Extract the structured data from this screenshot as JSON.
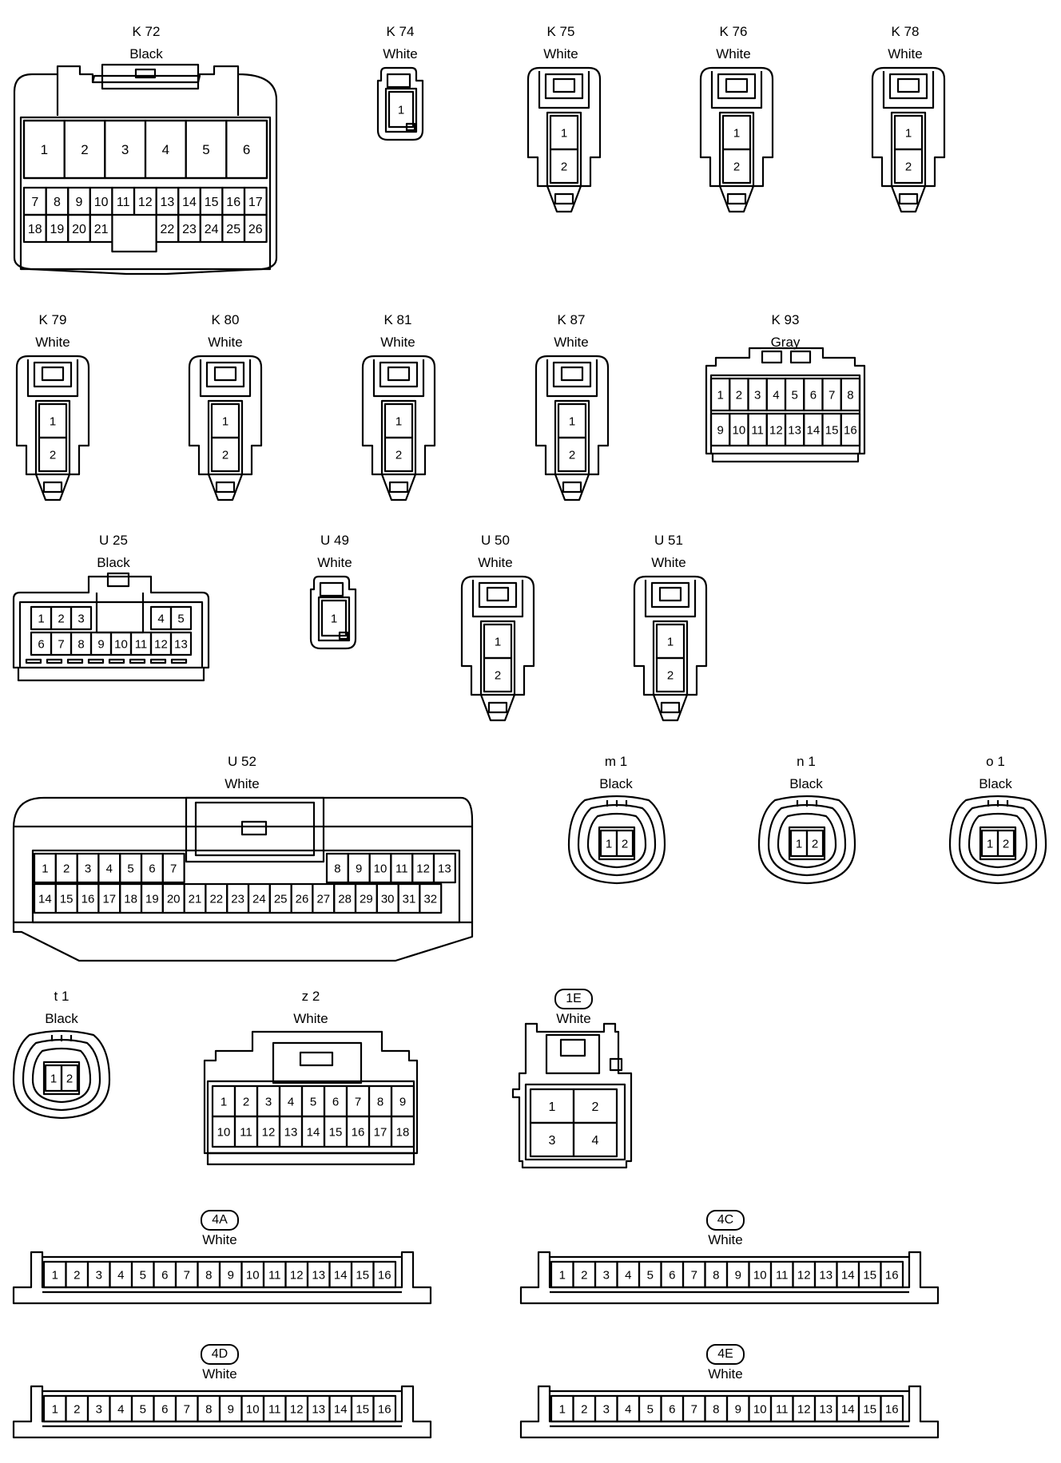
{
  "connectors": [
    {
      "id": "K72",
      "label": "K 72",
      "color": "Black",
      "kind": "k72",
      "labelled": false,
      "pins": [
        "1",
        "2",
        "3",
        "4",
        "5",
        "6",
        "7",
        "8",
        "9",
        "10",
        "11",
        "12",
        "13",
        "14",
        "15",
        "16",
        "17",
        "18",
        "19",
        "20",
        "21",
        "22",
        "23",
        "24",
        "25",
        "26"
      ]
    },
    {
      "id": "K74",
      "label": "K 74",
      "color": "White",
      "kind": "single",
      "labelled": false,
      "pins": [
        "1"
      ]
    },
    {
      "id": "K75",
      "label": "K 75",
      "color": "White",
      "kind": "vert2",
      "labelled": false,
      "pins": [
        "1",
        "2"
      ]
    },
    {
      "id": "K76",
      "label": "K 76",
      "color": "White",
      "kind": "vert2",
      "labelled": false,
      "pins": [
        "1",
        "2"
      ]
    },
    {
      "id": "K78",
      "label": "K 78",
      "color": "White",
      "kind": "vert2",
      "labelled": false,
      "pins": [
        "1",
        "2"
      ]
    },
    {
      "id": "K79",
      "label": "K 79",
      "color": "White",
      "kind": "vert2",
      "labelled": false,
      "pins": [
        "1",
        "2"
      ]
    },
    {
      "id": "K80",
      "label": "K 80",
      "color": "White",
      "kind": "vert2",
      "labelled": false,
      "pins": [
        "1",
        "2"
      ]
    },
    {
      "id": "K81",
      "label": "K 81",
      "color": "White",
      "kind": "vert2",
      "labelled": false,
      "pins": [
        "1",
        "2"
      ]
    },
    {
      "id": "K87",
      "label": "K 87",
      "color": "White",
      "kind": "vert2",
      "labelled": false,
      "pins": [
        "1",
        "2"
      ]
    },
    {
      "id": "K93",
      "label": "K 93",
      "color": "Gray",
      "kind": "k93",
      "labelled": false,
      "pins": [
        "1",
        "2",
        "3",
        "4",
        "5",
        "6",
        "7",
        "8",
        "9",
        "10",
        "11",
        "12",
        "13",
        "14",
        "15",
        "16"
      ]
    },
    {
      "id": "U25",
      "label": "U 25",
      "color": "Black",
      "kind": "u25",
      "labelled": false,
      "pins": [
        "1",
        "2",
        "3",
        "4",
        "5",
        "6",
        "7",
        "8",
        "9",
        "10",
        "11",
        "12",
        "13"
      ]
    },
    {
      "id": "U49",
      "label": "U 49",
      "color": "White",
      "kind": "single",
      "labelled": false,
      "pins": [
        "1"
      ]
    },
    {
      "id": "U50",
      "label": "U 50",
      "color": "White",
      "kind": "vert2",
      "labelled": false,
      "pins": [
        "1",
        "2"
      ]
    },
    {
      "id": "U51",
      "label": "U 51",
      "color": "White",
      "kind": "vert2",
      "labelled": false,
      "pins": [
        "1",
        "2"
      ]
    },
    {
      "id": "U52",
      "label": "U 52",
      "color": "White",
      "kind": "u52",
      "labelled": false,
      "pins": [
        "1",
        "2",
        "3",
        "4",
        "5",
        "6",
        "7",
        "8",
        "9",
        "10",
        "11",
        "12",
        "13",
        "14",
        "15",
        "16",
        "17",
        "18",
        "19",
        "20",
        "21",
        "22",
        "23",
        "24",
        "25",
        "26",
        "27",
        "28",
        "29",
        "30",
        "31",
        "32"
      ]
    },
    {
      "id": "m1",
      "label": "m 1",
      "color": "Black",
      "kind": "round2",
      "labelled": false,
      "pins": [
        "1",
        "2"
      ]
    },
    {
      "id": "n1",
      "label": "n 1",
      "color": "Black",
      "kind": "round2",
      "labelled": false,
      "pins": [
        "1",
        "2"
      ]
    },
    {
      "id": "o1",
      "label": "o 1",
      "color": "Black",
      "kind": "round2",
      "labelled": false,
      "pins": [
        "1",
        "2"
      ]
    },
    {
      "id": "t1",
      "label": "t 1",
      "color": "Black",
      "kind": "round2",
      "labelled": false,
      "pins": [
        "1",
        "2"
      ]
    },
    {
      "id": "z2",
      "label": "z 2",
      "color": "White",
      "kind": "z2",
      "labelled": false,
      "pins": [
        "1",
        "2",
        "3",
        "4",
        "5",
        "6",
        "7",
        "8",
        "9",
        "10",
        "11",
        "12",
        "13",
        "14",
        "15",
        "16",
        "17",
        "18"
      ]
    },
    {
      "id": "1E",
      "label": "1E",
      "color": "White",
      "kind": "box4",
      "labelled": true,
      "pins": [
        "1",
        "2",
        "3",
        "4"
      ]
    },
    {
      "id": "4A",
      "label": "4A",
      "color": "White",
      "kind": "strip16",
      "labelled": true,
      "pins": [
        "1",
        "2",
        "3",
        "4",
        "5",
        "6",
        "7",
        "8",
        "9",
        "10",
        "11",
        "12",
        "13",
        "14",
        "15",
        "16"
      ]
    },
    {
      "id": "4C",
      "label": "4C",
      "color": "White",
      "kind": "strip16",
      "labelled": true,
      "pins": [
        "1",
        "2",
        "3",
        "4",
        "5",
        "6",
        "7",
        "8",
        "9",
        "10",
        "11",
        "12",
        "13",
        "14",
        "15",
        "16"
      ]
    },
    {
      "id": "4D",
      "label": "4D",
      "color": "White",
      "kind": "strip16",
      "labelled": true,
      "pins": [
        "1",
        "2",
        "3",
        "4",
        "5",
        "6",
        "7",
        "8",
        "9",
        "10",
        "11",
        "12",
        "13",
        "14",
        "15",
        "16"
      ]
    },
    {
      "id": "4E",
      "label": "4E",
      "color": "White",
      "kind": "strip16",
      "labelled": true,
      "pins": [
        "1",
        "2",
        "3",
        "4",
        "5",
        "6",
        "7",
        "8",
        "9",
        "10",
        "11",
        "12",
        "13",
        "14",
        "15",
        "16"
      ]
    }
  ]
}
